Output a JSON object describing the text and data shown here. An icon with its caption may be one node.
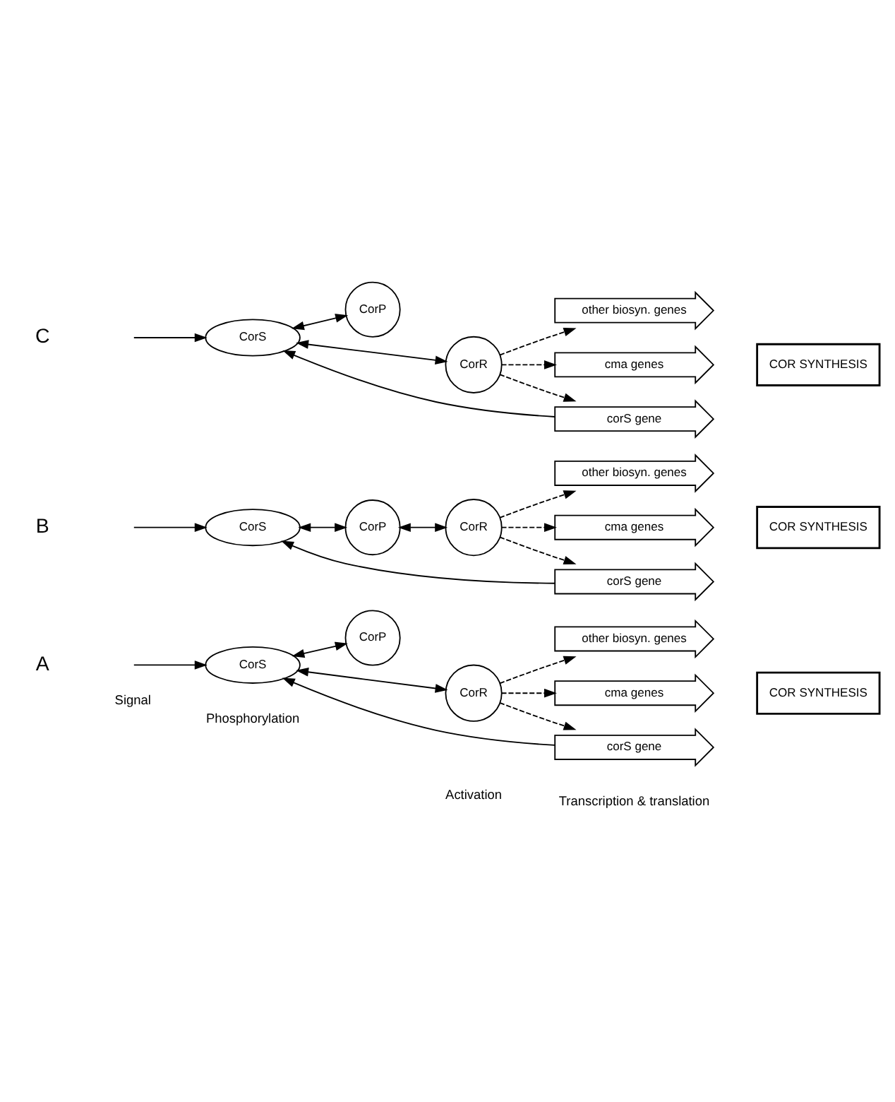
{
  "diagram": {
    "nodes": [
      {
        "text": [
          "CorS"
        ]
      },
      {
        "text": [
          "CorP"
        ]
      },
      {
        "text": [
          "CorR"
        ]
      },
      {
        "text": [
          "other biosyn. genes"
        ]
      },
      {
        "text": [
          "cma genes"
        ]
      },
      {
        "text": [
          "corS gene"
        ]
      },
      {
        "text": [
          "COR SYNTHESIS"
        ]
      },
      {
        "text": [
          "CorS"
        ]
      },
      {
        "text": [
          "CorP"
        ]
      },
      {
        "text": [
          "CorR"
        ]
      },
      {
        "text": [
          "other biosyn. genes"
        ]
      },
      {
        "text": [
          "cma genes"
        ]
      },
      {
        "text": [
          "corS gene"
        ]
      },
      {
        "text": [
          "COR SYNTHESIS"
        ]
      },
      {
        "text": [
          "CorS"
        ]
      },
      {
        "text": [
          "CorP"
        ]
      },
      {
        "text": [
          "CorR"
        ]
      },
      {
        "text": [
          "other biosyn. genes"
        ]
      },
      {
        "text": [
          "cma genes"
        ]
      },
      {
        "text": [
          "corS gene"
        ]
      },
      {
        "text": [
          "COR SYNTHESIS"
        ]
      }
    ],
    "edges": [
      {
        "from": null,
        "to": 0,
        "arrow": "to"
      },
      {
        "from": 0,
        "to": 1,
        "arrow": "both"
      },
      {
        "from": 0,
        "to": 2,
        "arrow": "both"
      },
      {
        "from": 2,
        "to": 3,
        "arrow": "to",
        "style": "dashed"
      },
      {
        "from": 2,
        "to": 4,
        "arrow": "to",
        "style": "dashed"
      },
      {
        "from": 2,
        "to": 5,
        "arrow": "to",
        "style": "dashed"
      },
      {
        "from": 5,
        "to": 0,
        "arrow": "to"
      },
      {
        "from": null,
        "to": 7,
        "arrow": "to"
      },
      {
        "from": 7,
        "to": 8,
        "arrow": "both"
      },
      {
        "from": 8,
        "to": 9,
        "arrow": "both"
      },
      {
        "from": 9,
        "to": 10,
        "arrow": "to",
        "style": "dashed"
      },
      {
        "from": 9,
        "to": 11,
        "arrow": "to",
        "style": "dashed"
      },
      {
        "from": 9,
        "to": 12,
        "arrow": "to",
        "style": "dashed"
      },
      {
        "from": 12,
        "to": 7,
        "arrow": "to"
      },
      {
        "from": null,
        "to": 14,
        "arrow": "to"
      },
      {
        "from": 14,
        "to": 15,
        "arrow": "both"
      },
      {
        "from": 14,
        "to": 16,
        "arrow": "both"
      },
      {
        "from": 16,
        "to": 17,
        "arrow": "to",
        "style": "dashed"
      },
      {
        "from": 16,
        "to": 18,
        "arrow": "to",
        "style": "dashed"
      },
      {
        "from": 16,
        "to": 19,
        "arrow": "to",
        "style": "dashed"
      },
      {
        "from": 19,
        "to": 14,
        "arrow": "to"
      }
    ],
    "labels": [
      "Signal",
      "Phosphorylation",
      "Activation",
      "Transcription & translation",
      "A",
      "B",
      "C"
    ]
  }
}
